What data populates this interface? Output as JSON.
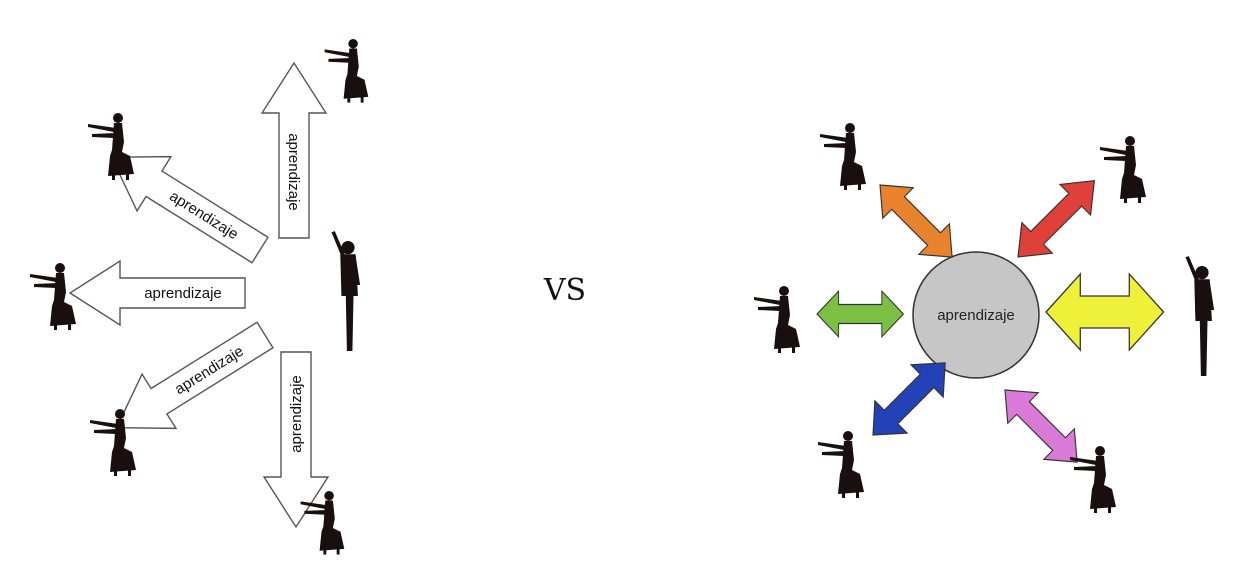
{
  "left_diagram": {
    "arrow_label": "aprendizaje"
  },
  "separator": {
    "text": "VS"
  },
  "right_diagram": {
    "center_label": "aprendizaje",
    "arrow_colors": {
      "orange": "#E8822C",
      "red": "#E0403A",
      "green": "#7CC043",
      "yellow": "#EEF03A",
      "blue": "#2442B8",
      "pink": "#D97AD8"
    },
    "circle_fill": "#C6C6C6"
  },
  "figure_color": "#1a0f0f"
}
